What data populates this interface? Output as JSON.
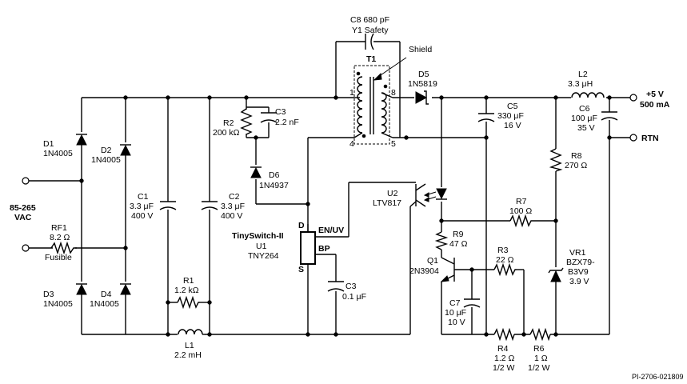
{
  "title": "",
  "input": {
    "line1": "85-265",
    "line2": "VAC"
  },
  "output": {
    "voltage": "+5 V",
    "current": "500 mA",
    "return": "RTN"
  },
  "drawing_id": "PI-2706-021809",
  "components": {
    "C8": {
      "ref": "C8 680 pF",
      "val": "Y1 Safety"
    },
    "shield": "Shield",
    "T1": "T1",
    "D5": {
      "ref": "D5",
      "val": "1N5819"
    },
    "L2": {
      "ref": "L2",
      "val": "3.3 μH"
    },
    "C6": {
      "ref": "C6",
      "val1": "100 μF",
      "val2": "35 V"
    },
    "C5": {
      "ref": "C5",
      "val1": "330 μF",
      "val2": "16 V"
    },
    "C3a": {
      "ref": "C3",
      "val": "2.2 nF"
    },
    "R2": {
      "ref": "R2",
      "val": "200 kΩ"
    },
    "D6": {
      "ref": "D6",
      "val": "1N4937"
    },
    "D1": {
      "ref": "D1",
      "val": "1N4005"
    },
    "D2": {
      "ref": "D2",
      "val": "1N4005"
    },
    "D3": {
      "ref": "D3",
      "val": "1N4005"
    },
    "D4": {
      "ref": "D4",
      "val": "1N4005"
    },
    "RF1": {
      "ref": "RF1",
      "val": "8.2 Ω",
      "note": "Fusible"
    },
    "C1": {
      "ref": "C1",
      "val1": "3.3 μF",
      "val2": "400 V"
    },
    "C2": {
      "ref": "C2",
      "val1": "3.3 μF",
      "val2": "400 V"
    },
    "R1": {
      "ref": "R1",
      "val": "1.2 kΩ"
    },
    "L1": {
      "ref": "L1",
      "val": "2.2 mH"
    },
    "U1": {
      "name": "TinySwitch-II",
      "ref": "U1",
      "part": "TNY264",
      "pin_d": "D",
      "pin_s": "S",
      "pin_en": "EN/UV",
      "pin_bp": "BP"
    },
    "C3b": {
      "ref": "C3",
      "val": "0.1 μF"
    },
    "U2": {
      "ref": "U2",
      "part": "LTV817"
    },
    "R8": {
      "ref": "R8",
      "val": "270 Ω"
    },
    "R7": {
      "ref": "R7",
      "val": "100 Ω"
    },
    "R9": {
      "ref": "R9",
      "val": "47 Ω"
    },
    "Q1": {
      "ref": "Q1",
      "part": "2N3904"
    },
    "R3": {
      "ref": "R3",
      "val": "22 Ω"
    },
    "C7": {
      "ref": "C7",
      "val1": "10 μF",
      "val2": "10 V"
    },
    "VR1": {
      "ref": "VR1",
      "val1": "BZX79-",
      "val2": "B3V9",
      "val3": "3.9 V"
    },
    "R4": {
      "ref": "R4",
      "val1": "1.2 Ω",
      "val2": "1/2 W"
    },
    "R6": {
      "ref": "R6",
      "val1": "1 Ω",
      "val2": "1/2 W"
    }
  },
  "pins": {
    "p1": "1",
    "p4": "4",
    "p8": "8",
    "p5": "5"
  }
}
